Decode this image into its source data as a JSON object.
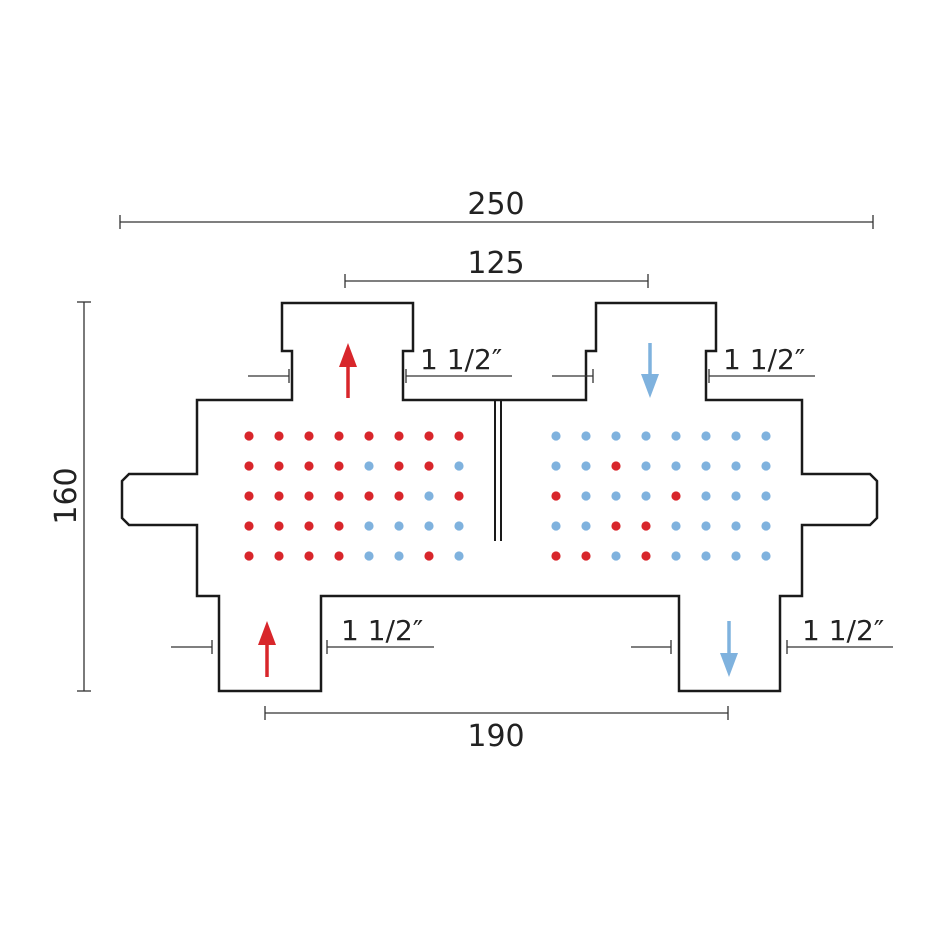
{
  "dimensions": {
    "overall_width": "250",
    "top_port_spacing": "125",
    "bottom_port_spacing": "190",
    "overall_height": "160"
  },
  "port_labels": {
    "top_left": "1 1/2″",
    "top_right": "1 1/2″",
    "bottom_left": "1 1/2″",
    "bottom_right": "1 1/2″"
  },
  "colors": {
    "hot": "#d8262b",
    "cold": "#7fb2de",
    "outline": "#1a1a1a"
  },
  "flow_arrows": {
    "top_left": {
      "direction": "up",
      "color": "hot"
    },
    "top_right": {
      "direction": "down",
      "color": "cold"
    },
    "bottom_left": {
      "direction": "up",
      "color": "hot"
    },
    "bottom_right": {
      "direction": "down",
      "color": "cold"
    }
  },
  "dot_grids": {
    "left": [
      [
        "hot",
        "hot",
        "hot",
        "hot",
        "hot",
        "hot",
        "hot",
        "hot"
      ],
      [
        "hot",
        "hot",
        "hot",
        "hot",
        "cold",
        "hot",
        "hot",
        "cold"
      ],
      [
        "hot",
        "hot",
        "hot",
        "hot",
        "hot",
        "hot",
        "cold",
        "hot"
      ],
      [
        "hot",
        "hot",
        "hot",
        "hot",
        "cold",
        "cold",
        "cold",
        "cold"
      ],
      [
        "hot",
        "hot",
        "hot",
        "hot",
        "cold",
        "cold",
        "hot",
        "cold"
      ]
    ],
    "right": [
      [
        "cold",
        "cold",
        "cold",
        "cold",
        "cold",
        "cold",
        "cold",
        "cold"
      ],
      [
        "cold",
        "cold",
        "hot",
        "cold",
        "cold",
        "cold",
        "cold",
        "cold"
      ],
      [
        "hot",
        "cold",
        "cold",
        "cold",
        "hot",
        "cold",
        "cold",
        "cold"
      ],
      [
        "cold",
        "cold",
        "hot",
        "hot",
        "cold",
        "cold",
        "cold",
        "cold"
      ],
      [
        "hot",
        "hot",
        "cold",
        "hot",
        "cold",
        "cold",
        "cold",
        "cold"
      ]
    ]
  }
}
